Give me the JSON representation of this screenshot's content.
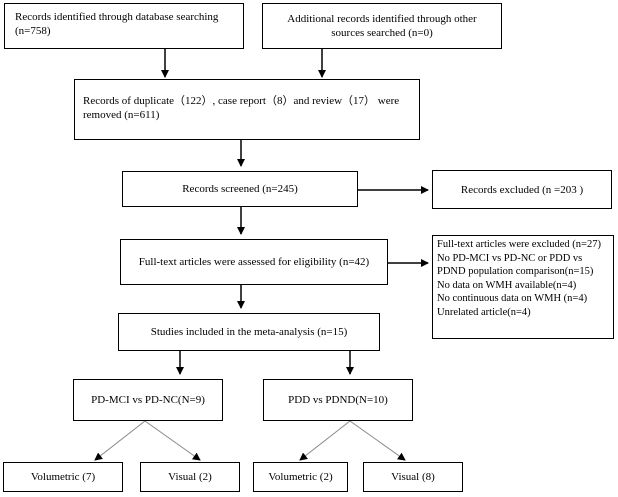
{
  "identification": {
    "database": "Records identified through database searching (n=758)",
    "other_sources": "Additional records identified through other sources searched (n=0)"
  },
  "removed": "Records of duplicate（122）, case report（8）and review（17） were removed (n=611)",
  "screened": "Records screened (n=245)",
  "excluded_records": "Records excluded (n =203 )",
  "full_text_assessed": "Full-text articles were assessed for eligibility (n=42)",
  "full_text_excluded": [
    "Full-text articles were excluded (n=27)",
    "No PD-MCI vs PD-NC or PDD vs PDND population comparison(n=15)",
    "No data on WMH available(n=4)",
    "No continuous data on WMH (n=4)",
    "Unrelated article(n=4)"
  ],
  "included": "Studies included in the meta-analysis (n=15)",
  "groups": [
    {
      "label": "PD-MCI vs PD-NC(N=9)",
      "volumetric": "Volumetric (7)",
      "visual": "Visual (2)"
    },
    {
      "label": "PDD vs PDND(N=10)",
      "volumetric": "Volumetric (2)",
      "visual": "Visual (8)"
    }
  ]
}
